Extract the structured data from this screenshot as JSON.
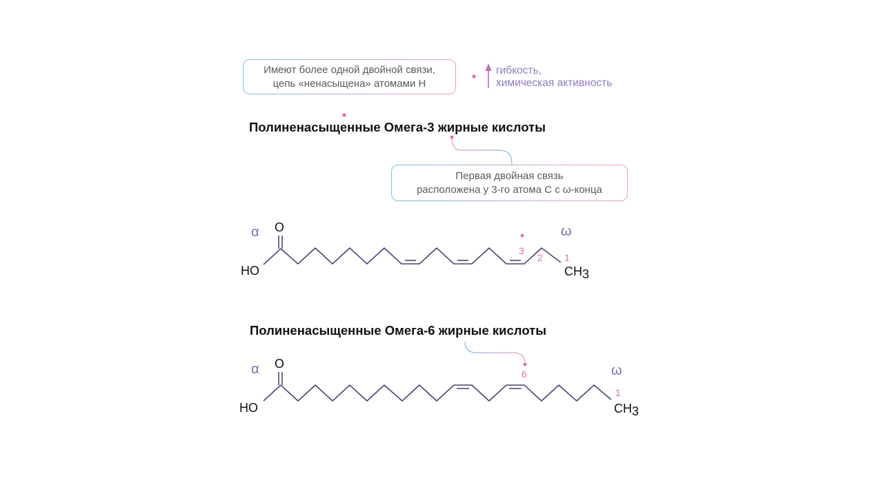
{
  "top_callout": {
    "line1": "Имеют более одной двойной связи,",
    "line2": "цепь «ненасыщена» атомами Н"
  },
  "side_note": {
    "arrow_icon": "up-arrow",
    "line1": "гибкость,",
    "line2": "химическая активность"
  },
  "omega3": {
    "title": "Полиненасыщенные Омега-3 жирные кислоты",
    "callout": {
      "line1": "Первая двойная связь",
      "line2": "расположена у 3-го атома С с ω-конца"
    },
    "alpha_label": "α",
    "omega_label": "ω",
    "oxygen": "O",
    "hydroxyl": "HO",
    "methyl": "CH",
    "methyl_sub": "3",
    "position_labels": [
      "3",
      "2",
      "1"
    ]
  },
  "omega6": {
    "title": "Полиненасыщенные Омега-6 жирные кислоты",
    "alpha_label": "α",
    "omega_label": "ω",
    "oxygen": "O",
    "hydroxyl": "HO",
    "methyl": "CH",
    "methyl_sub": "3",
    "position_labels": [
      "6",
      "1"
    ]
  },
  "colors": {
    "bond": "#4a4570",
    "greek": "#7b6fb0",
    "pink": "#e0709e",
    "blue": "#7fc1e4",
    "note_text": "#8f7bc2"
  }
}
